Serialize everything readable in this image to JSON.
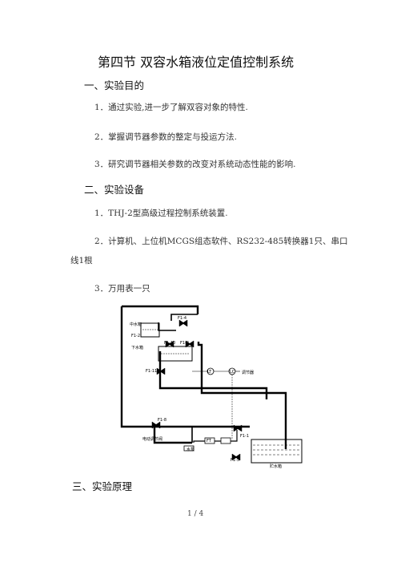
{
  "page": {
    "title": "第四节  双容水箱液位定值控制系统",
    "section1_heading": "一、实验目的",
    "purpose": [
      "1．通过实验,进一步了解双容对象的特性.",
      "2．掌握调节器参数的整定与投运方法.",
      "3．研究调节器相关参数的改变对系统动态性能的影响."
    ],
    "section2_heading": "二、实验设备",
    "equipment": [
      "1．THJ-2型高级过程控制系统装置.",
      "2．计算机、上位机MCGS组态软件、RS232-485转换器1只、串口",
      "线1根",
      "3．万用表一只"
    ],
    "section3_heading": "三、实验原理",
    "footer": "1 / 4"
  },
  "diagram": {
    "labels": {
      "v4": "F1-4",
      "upper_tank": "中水箱",
      "v2": "F1-2",
      "v10": "F1-10",
      "v3": "F1-3",
      "lower_tank": "下水箱",
      "v11": "F1-11",
      "lt": "LT",
      "lc": "LC",
      "controller": "调节器",
      "v8": "F1-8",
      "motor_valve": "电动调节阀",
      "pump": "水泵",
      "flowmeter": "FT",
      "v1": "F1-1",
      "v5": "F1-5",
      "reservoir": "贮水箱"
    }
  }
}
